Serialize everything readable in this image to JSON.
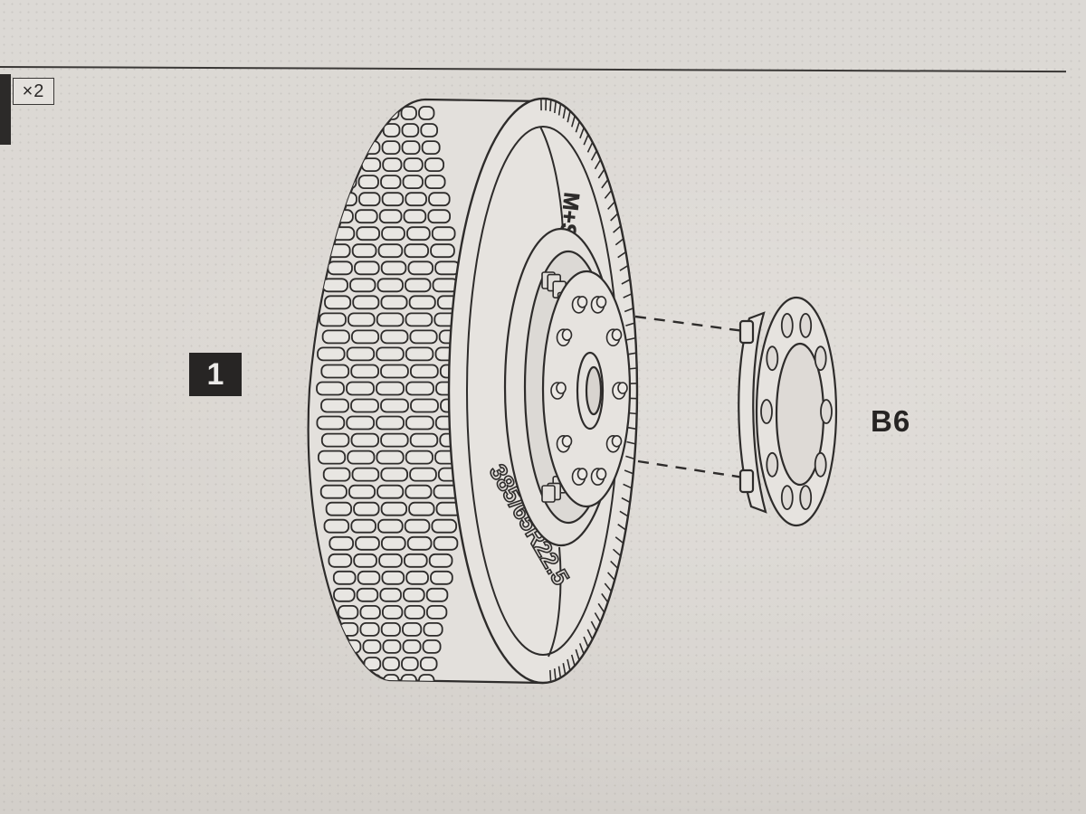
{
  "step": {
    "number": "1",
    "quantity": "×2"
  },
  "parts": {
    "hub_cap_label": "B6"
  },
  "tire_markings": {
    "sidewall_top": "M+S",
    "sidewall_bottom": "385/65R22.5"
  },
  "colors": {
    "line": "#2e2c2b",
    "paper": "#dcd9d5",
    "badge": "#272524"
  },
  "icons": {
    "wheel": "truck-wheel-drawing",
    "cap": "hub-cap-drawing"
  }
}
